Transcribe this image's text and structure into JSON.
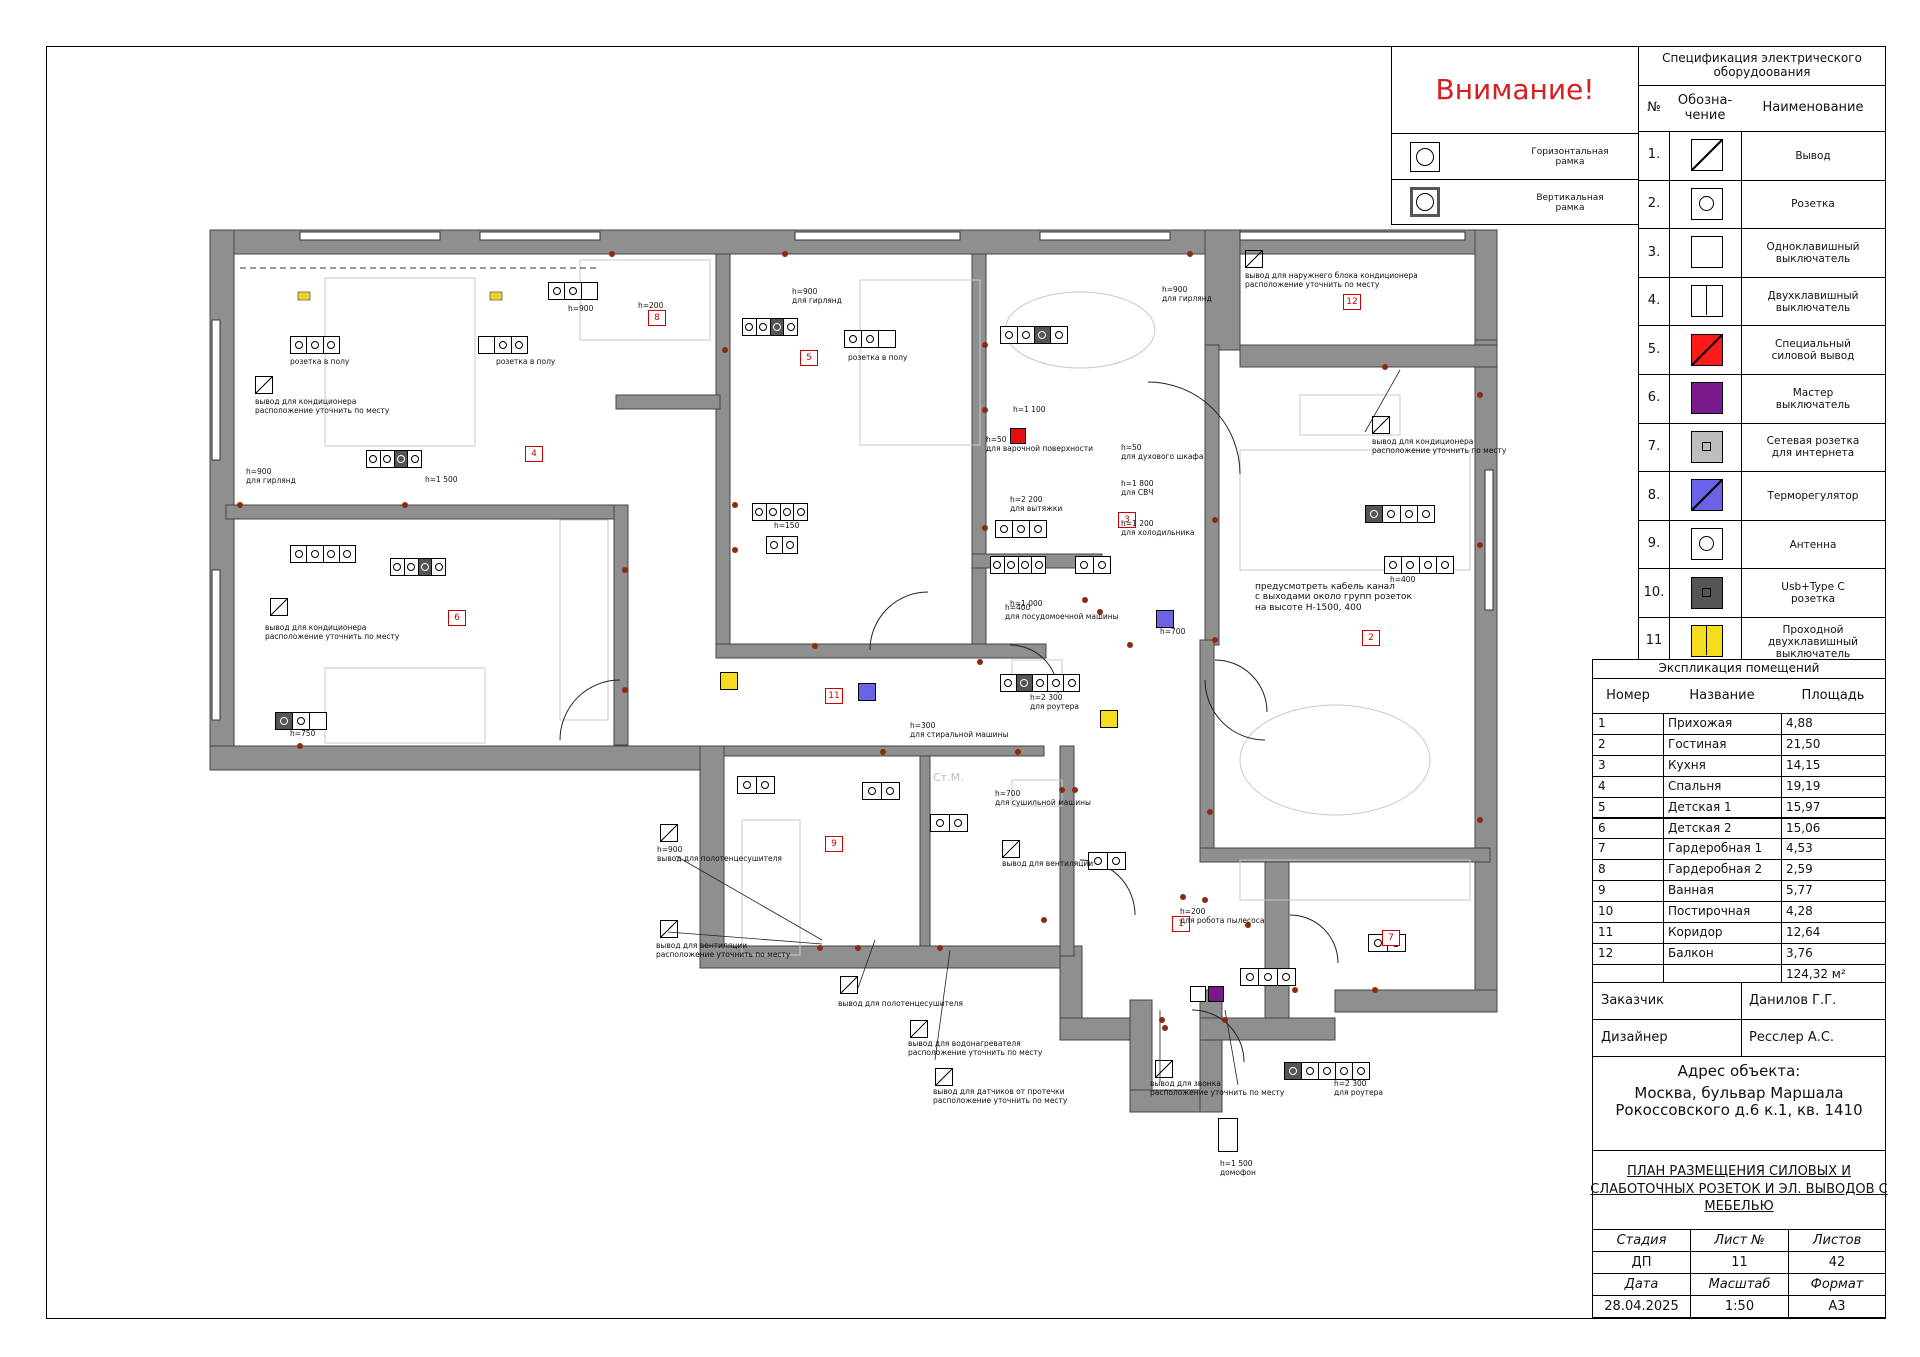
{
  "attention": {
    "title": "Внимание!",
    "rows": [
      {
        "icon": "outlet-horizontal-frame-icon",
        "label": "Горизонтальная\nрамка"
      },
      {
        "icon": "outlet-vertical-frame-icon",
        "label": "Вертикальная\nрамка"
      }
    ]
  },
  "spec": {
    "title": "Спецификация электрического\nоборудоования",
    "headers": {
      "no": "№",
      "sym": "Обозна-\nчение",
      "name": "Наименование"
    },
    "items": [
      {
        "no": "1.",
        "icon": "output-icon",
        "name": "Вывод",
        "color": "#ffffff"
      },
      {
        "no": "2.",
        "icon": "socket-icon",
        "name": "Розетка",
        "color": "#ffffff"
      },
      {
        "no": "3.",
        "icon": "single-switch-icon",
        "name": "Одноклавишный\nвыключатель",
        "color": "#ffffff"
      },
      {
        "no": "4.",
        "icon": "double-switch-icon",
        "name": "Двухклавишный\nвыключатель",
        "color": "#ffffff"
      },
      {
        "no": "5.",
        "icon": "special-power-output-icon",
        "name": "Специальный\nсиловой вывод",
        "color": "#ff1a1a"
      },
      {
        "no": "6.",
        "icon": "master-switch-icon",
        "name": "Мастер\nвыключатель",
        "color": "#7a1a8c"
      },
      {
        "no": "7.",
        "icon": "network-socket-icon",
        "name": "Сетевая розетка\nдля интернета",
        "color": "#bdbdbd"
      },
      {
        "no": "8.",
        "icon": "thermostat-icon",
        "name": "Терморегулятор",
        "color": "#6b63e6"
      },
      {
        "no": "9.",
        "icon": "antenna-icon",
        "name": "Антенна",
        "color": "#ffffff"
      },
      {
        "no": "10.",
        "icon": "usb-typec-socket-icon",
        "name": "Usb+Type C\nрозетка",
        "color": "#555555"
      },
      {
        "no": "11",
        "icon": "pass-through-switch-icon",
        "name": "Проходной\nдвухклавишный\nвыключатель",
        "color": "#f5dc1e"
      }
    ]
  },
  "explication": {
    "title": "Экспликация помещений",
    "headers": {
      "no": "Номер",
      "name": "Название",
      "area": "Площадь"
    },
    "rooms": [
      {
        "no": "1",
        "name": "Прихожая",
        "area": "4,88"
      },
      {
        "no": "2",
        "name": "Гостиная",
        "area": "21,50"
      },
      {
        "no": "3",
        "name": "Кухня",
        "area": "14,15"
      },
      {
        "no": "4",
        "name": "Спальня",
        "area": "19,19"
      },
      {
        "no": "5",
        "name": "Детская 1",
        "area": "15,97"
      },
      {
        "no": "6",
        "name": "Детская 2",
        "area": "15,06"
      },
      {
        "no": "7",
        "name": "Гардеробная 1",
        "area": "4,53"
      },
      {
        "no": "8",
        "name": "Гардеробная 2",
        "area": "2,59"
      },
      {
        "no": "9",
        "name": "Ванная",
        "area": "5,77"
      },
      {
        "no": "10",
        "name": "Постирочная",
        "area": "4,28"
      },
      {
        "no": "11",
        "name": "Коридор",
        "area": "12,64"
      },
      {
        "no": "12",
        "name": "Балкон",
        "area": "3,76"
      }
    ],
    "total": "124,32 м²"
  },
  "titleblock": {
    "customer_label": "Заказчик",
    "customer": "Данилов Г.Г.",
    "designer_label": "Дизайнер",
    "designer": "Ресслер А.С.",
    "address_label": "Адрес объекта:",
    "address": "Москва, бульвар Маршала\nРокоссовского д.6 к.1, кв. 1410",
    "sheet_title": "ПЛАН РАЗМЕЩЕНИЯ СИЛОВЫХ И\nСЛАБОТОЧНЫХ РОЗЕТОК И ЭЛ. ВЫВОДОВ С\nМЕБЕЛЬЮ",
    "stage_label": "Стадия",
    "stage": "ДП",
    "sheet_label": "Лист №",
    "sheet": "11",
    "sheets_label": "Листов",
    "sheets": "42",
    "date_label": "Дата",
    "date": "28.04.2025",
    "scale_label": "Масштаб",
    "scale": "1:50",
    "format_label": "Формат",
    "format": "А3"
  },
  "plan": {
    "room_numbers": [
      "1",
      "2",
      "3",
      "4",
      "5",
      "6",
      "7",
      "8",
      "9",
      "11",
      "12"
    ],
    "notes": {
      "cable_channel": "предусмотреть кабель канал\nс выходами около групп розеток\nна высоте Н-1500, 400",
      "outdoor_ac": "вывод для наружнего блока кондиционера\nрасположение уточнить по месту",
      "ac_bedroom": "вывод для кондиционера\nрасположение уточнить по месту",
      "ac_living": "вывод для кондиционера\nрасположение уточнить по месту",
      "ac_kids2": "вывод для кондиционера\nрасположение уточнить по месту",
      "floor_socket_1": "розетка в полу",
      "floor_socket_2": "розетка в полу",
      "floor_socket_3": "розетка в полу",
      "garland_1": "h=900\nдля гирлянд",
      "garland_2": "h=900\nдля гирлянд",
      "garland_3": "h=900\nдля гирлянд",
      "cooktop": "h=50\nдля варочной поверхности",
      "oven": "h=50\nдля духового шкафа",
      "microwave": "h=1 800\nдля СВЧ",
      "fridge": "h=1 200\nдля холодильника",
      "hood": "h=2 200\nдля вытяжки",
      "dishwasher": "h=400\nдля посудомоечной машины",
      "router": "h=2 300\nдля роутера",
      "router2": "h=2 300\nдля роутера",
      "washer": "h=300\nдля стиральной машины",
      "dryer": "h=700\nдля сушильной машины",
      "vent_laundry": "вывод для вентиляции",
      "towel_heater": "h=900\nвывод для полотенцесушителя",
      "towel_heater2": "вывод для полотенцесушителя",
      "vent_bath": "вывод для вентиляции\nрасположение уточнить по месту",
      "water_heater": "вывод для водонагревателя\nрасположение уточнить по месту",
      "leak_sensors": "вывод для датчиков от протечки\nрасположение уточнить по месту",
      "doorbell": "вывод для звонка\nрасположение уточнить по месту",
      "intercom": "h=1 500\nдомофон",
      "robot_vacuum": "h=200\nдля робота пылесоса",
      "st_m": "Ст.М."
    },
    "heights": [
      "h=900",
      "h=200",
      "h=1 500",
      "h=1 100",
      "h=150",
      "h=750",
      "h=400",
      "h=700",
      "h=1 000"
    ]
  }
}
